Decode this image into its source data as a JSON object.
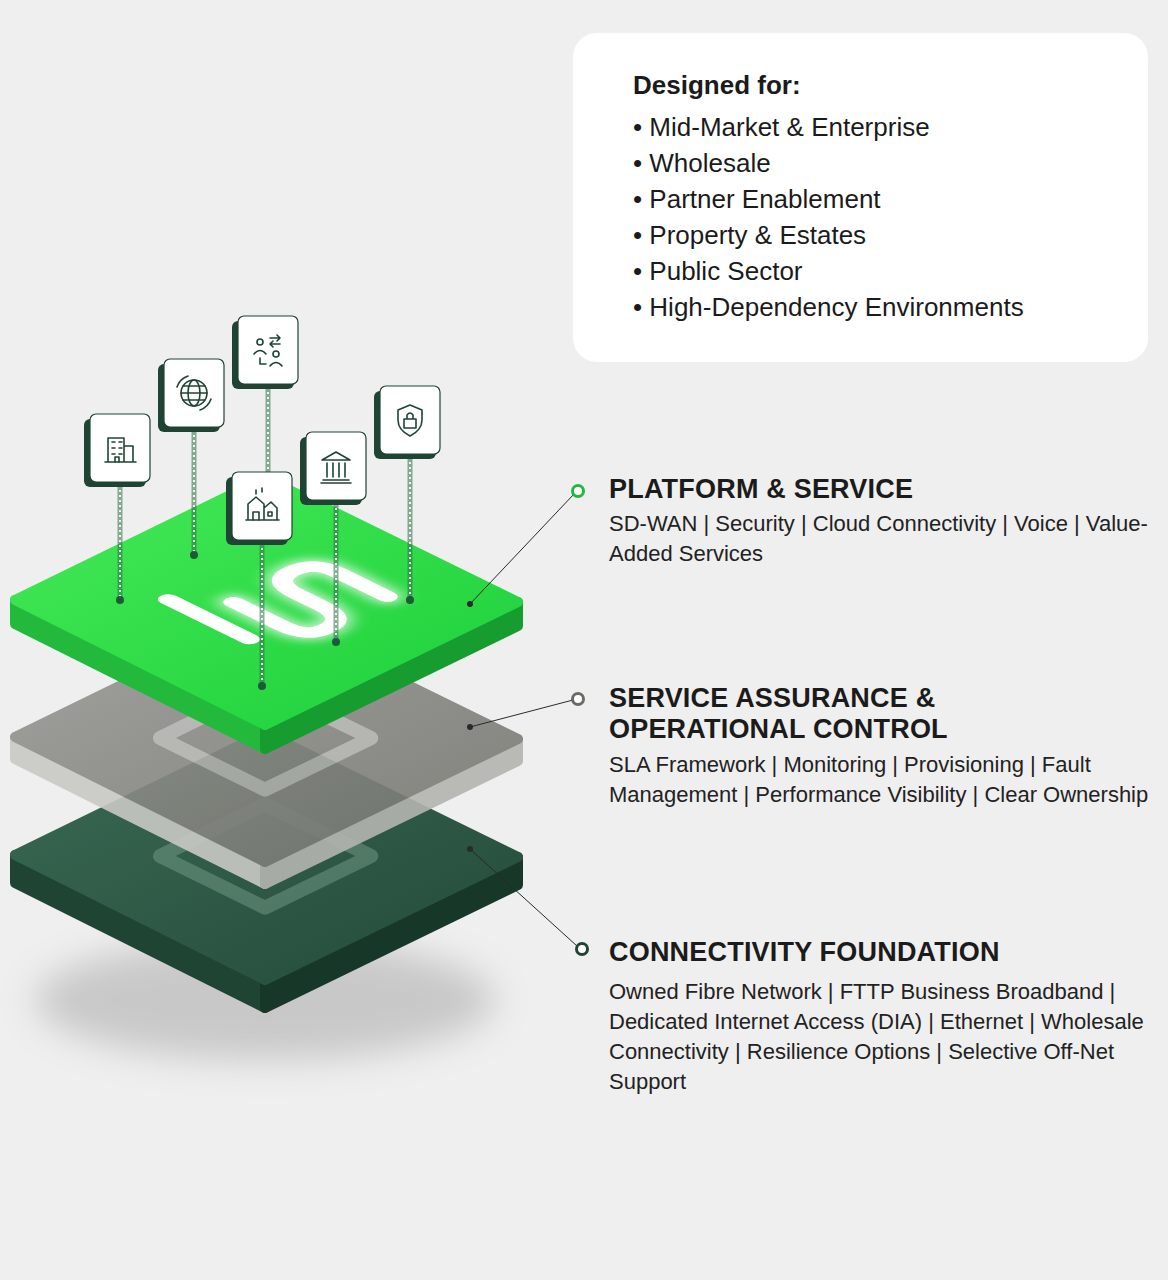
{
  "diagram": {
    "nodes": [
      {
        "text": [
          "Designed for:",
          "• Mid-Market & Enterprise",
          "• Wholesale",
          "• Partner Enablement",
          "• Property & Estates",
          "• Public Sector",
          "• High-Dependency Environments"
        ]
      }
    ],
    "edges": [],
    "labels": [
      "PLATFORM & SERVICE",
      "SD-WAN | Security | Cloud Connectivity | Voice | Value-Added Services",
      "SERVICE ASSURANCE & OPERATIONAL CONTROL",
      "SLA Framework | Monitoring | Provisioning | Fault Management | Performance Visibility | Clear Ownership",
      "CONNECTIVITY FOUNDATION",
      "Owned Fibre Network | FTTP Business Broadband | Dedicated Internet Access (DIA) | Ethernet | Wholesale Connectivity | Resilience Options | Selective Off-Net Support"
    ]
  }
}
